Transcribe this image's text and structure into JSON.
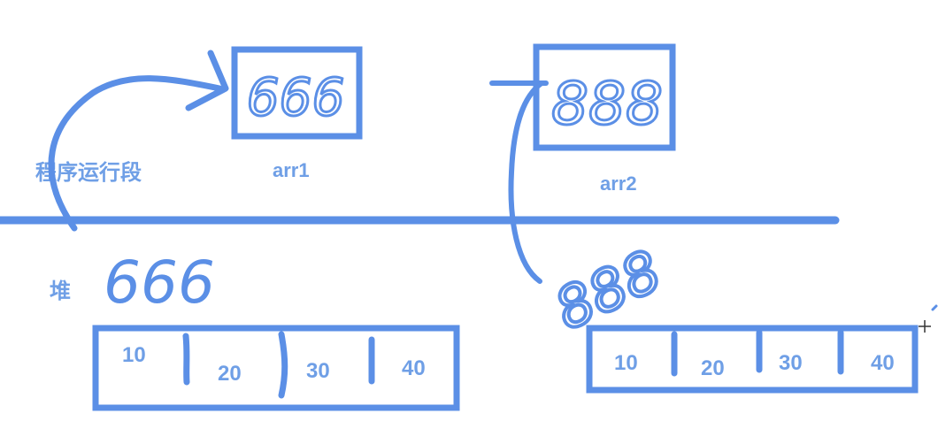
{
  "stack_label": "程序运行段",
  "heap_label": "堆",
  "variables": [
    {
      "name": "arr1",
      "address": "666"
    },
    {
      "name": "arr2",
      "address": "888"
    }
  ],
  "heap_objects": [
    {
      "address": "666",
      "cells": [
        "10",
        "20",
        "30",
        "40"
      ]
    },
    {
      "address": "888",
      "cells": [
        "10",
        "20",
        "30",
        "40"
      ]
    }
  ],
  "colors": {
    "ink": "#5b8fe6",
    "label": "#6f9fe6"
  }
}
